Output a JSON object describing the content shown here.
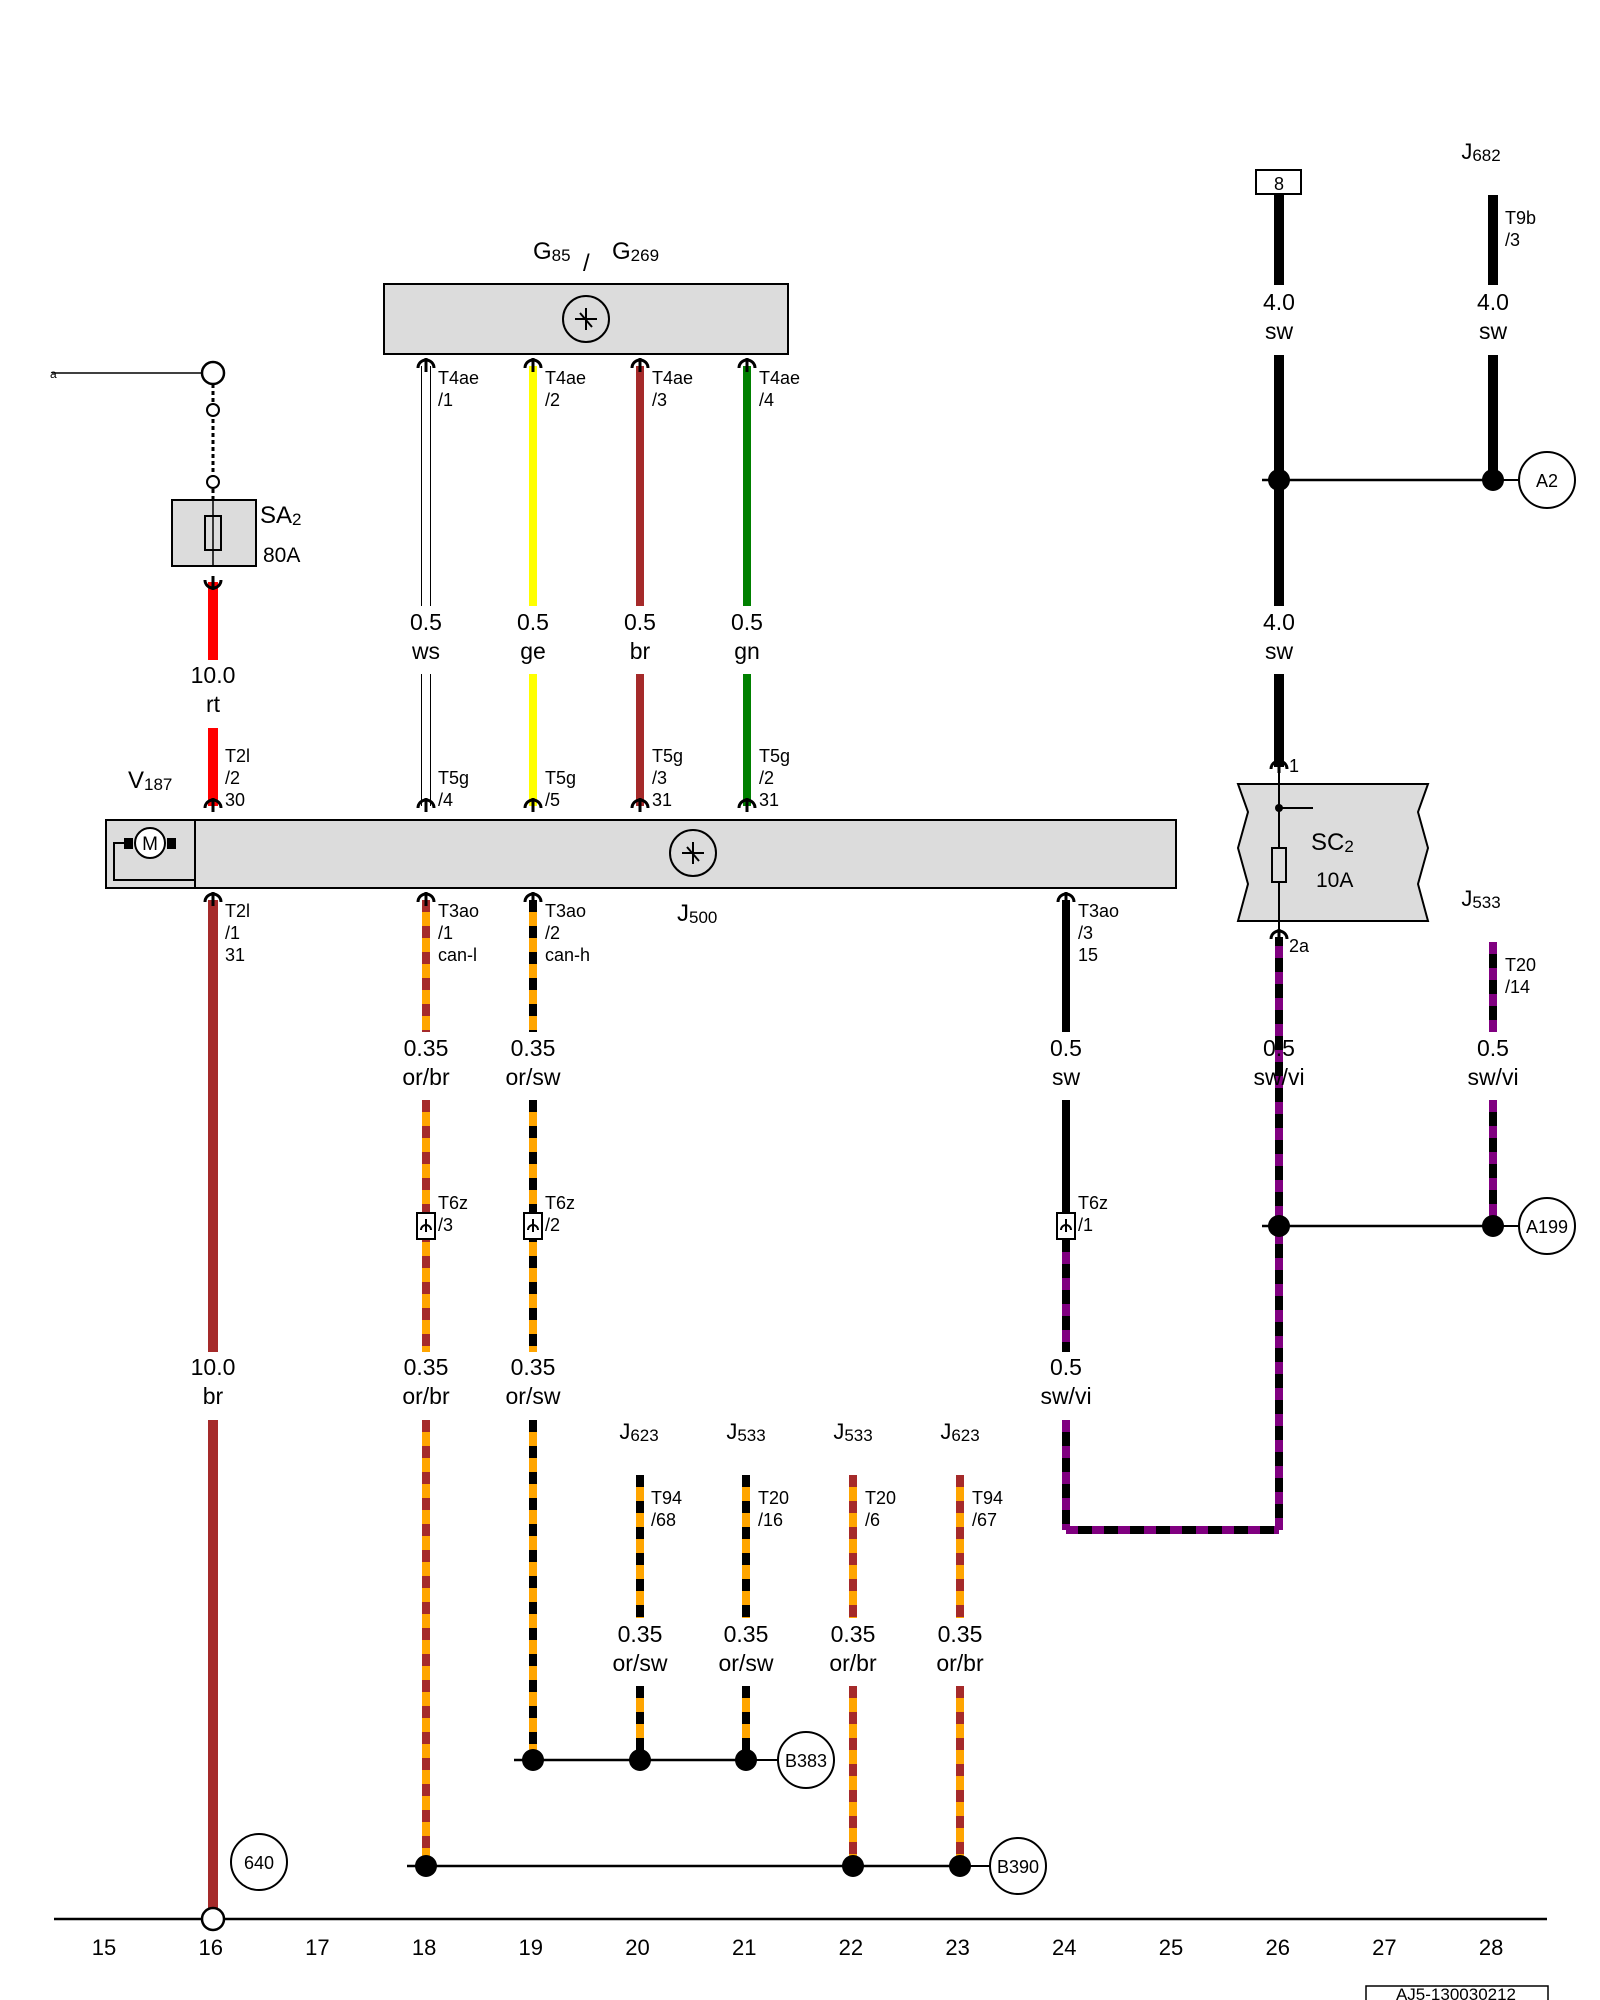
{
  "colors": {
    "rt": "#ff0000",
    "br": "#a52a2a",
    "ws": "#ffffff",
    "ge": "#ffff00",
    "gn": "#008000",
    "sw": "#000000",
    "or": "#ffa500",
    "vi": "#800080",
    "component_fill": "#dcdcdc"
  },
  "icons": [
    "motor-icon",
    "fuse-icon",
    "ground-symbol-icon",
    "sensor-symbol-icon",
    "connector-terminal-icon"
  ],
  "components": {
    "g85": {
      "base": "G",
      "sub": "85"
    },
    "separator": "/",
    "g269": {
      "base": "G",
      "sub": "269"
    },
    "sa2": {
      "base": "SA",
      "sub": "2",
      "rating": "80A"
    },
    "v187": {
      "base": "V",
      "sub": "187"
    },
    "j500": {
      "base": "J",
      "sub": "500"
    },
    "sc2": {
      "base": "SC",
      "sub": "2",
      "rating": "10A",
      "pin_in": "1",
      "pin_out": "2a"
    },
    "j682": {
      "base": "J",
      "sub": "682"
    },
    "j533_top": {
      "base": "J",
      "sub": "533"
    },
    "j623_a": {
      "base": "J",
      "sub": "623"
    },
    "j533_a": {
      "base": "J",
      "sub": "533"
    },
    "j533_b": {
      "base": "J",
      "sub": "533"
    },
    "j623_b": {
      "base": "J",
      "sub": "623"
    },
    "fuse_ref": "8",
    "side_label": "a"
  },
  "pins": {
    "t4ae_1": [
      "T4ae",
      "/1"
    ],
    "t4ae_2": [
      "T4ae",
      "/2"
    ],
    "t4ae_3": [
      "T4ae",
      "/3"
    ],
    "t4ae_4": [
      "T4ae",
      "/4"
    ],
    "t2l_2": [
      "T2l",
      "/2",
      "30"
    ],
    "t5g_4": [
      "T5g",
      "/4"
    ],
    "t5g_5": [
      "T5g",
      "/5"
    ],
    "t5g_3": [
      "T5g",
      "/3",
      "31"
    ],
    "t5g_2": [
      "T5g",
      "/2",
      "31"
    ],
    "t2l_1": [
      "T2l",
      "/1",
      "31"
    ],
    "t3ao_1": [
      "T3ao",
      "/1",
      "can-l"
    ],
    "t3ao_2": [
      "T3ao",
      "/2",
      "can-h"
    ],
    "t3ao_3": [
      "T3ao",
      "/3",
      "15"
    ],
    "t6z_3": [
      "T6z",
      "/3"
    ],
    "t6z_2": [
      "T6z",
      "/2"
    ],
    "t6z_1": [
      "T6z",
      "/1"
    ],
    "t9b_3": [
      "T9b",
      "/3"
    ],
    "t20_14": [
      "T20",
      "/14"
    ],
    "t94_68": [
      "T94",
      "/68"
    ],
    "t20_16": [
      "T20",
      "/16"
    ],
    "t20_6": [
      "T20",
      "/6"
    ],
    "t94_67": [
      "T94",
      "/67"
    ]
  },
  "wires": {
    "w_sa2": [
      "10.0",
      "rt"
    ],
    "w_ws": [
      "0.5",
      "ws"
    ],
    "w_ge": [
      "0.5",
      "ge"
    ],
    "w_br": [
      "0.5",
      "br"
    ],
    "w_gn": [
      "0.5",
      "gn"
    ],
    "w_j682": [
      "4.0",
      "sw"
    ],
    "w_fuse8": [
      "4.0",
      "sw"
    ],
    "w_sc2_in": [
      "4.0",
      "sw"
    ],
    "w_can_l1": [
      "0.35",
      "or/br"
    ],
    "w_can_h1": [
      "0.35",
      "or/sw"
    ],
    "w_15_1": [
      "0.5",
      "sw"
    ],
    "w_sc2_out": [
      "0.5",
      "sw/vi"
    ],
    "w_j533_top": [
      "0.5",
      "sw/vi"
    ],
    "w_gnd": [
      "10.0",
      "br"
    ],
    "w_can_l2": [
      "0.35",
      "or/br"
    ],
    "w_can_h2": [
      "0.35",
      "or/sw"
    ],
    "w_15_2": [
      "0.5",
      "sw/vi"
    ],
    "w_j623a": [
      "0.35",
      "or/sw"
    ],
    "w_j533a": [
      "0.35",
      "or/sw"
    ],
    "w_j533b": [
      "0.35",
      "or/br"
    ],
    "w_j623b": [
      "0.35",
      "or/br"
    ]
  },
  "refs": {
    "a2": "A2",
    "a199": "A199",
    "b383": "B383",
    "b390": "B390",
    "r640": "640"
  },
  "grid": [
    "15",
    "16",
    "17",
    "18",
    "19",
    "20",
    "21",
    "22",
    "23",
    "24",
    "25",
    "26",
    "27",
    "28"
  ],
  "footer_code": "AJ5-130030212"
}
